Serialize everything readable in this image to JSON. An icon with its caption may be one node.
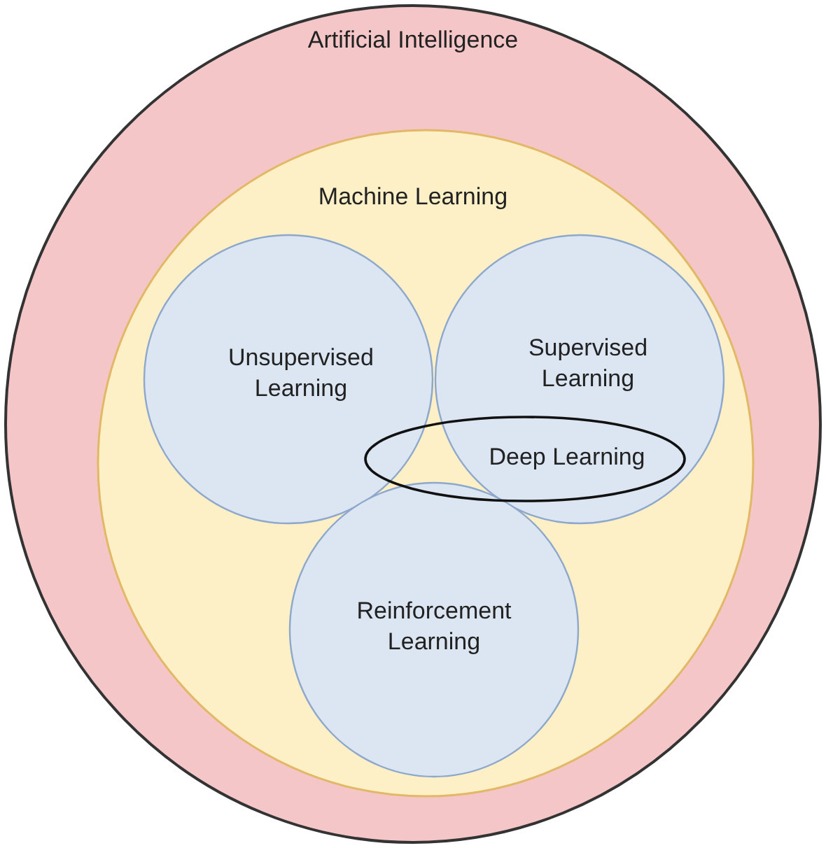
{
  "diagram": {
    "nodes": [
      {
        "text": [
          "Artificial Intelligence"
        ]
      },
      {
        "text": [
          "Machine Learning"
        ],
        "in": 0
      },
      {
        "text": [
          "Unsupervised Learning"
        ],
        "in": 1
      },
      {
        "text": [
          "Supervised Learning"
        ],
        "in": 1
      },
      {
        "text": [
          "Reinforcement Learning"
        ],
        "in": 1
      },
      {
        "text": [
          "Deep Learning"
        ],
        "in": 1
      }
    ]
  }
}
